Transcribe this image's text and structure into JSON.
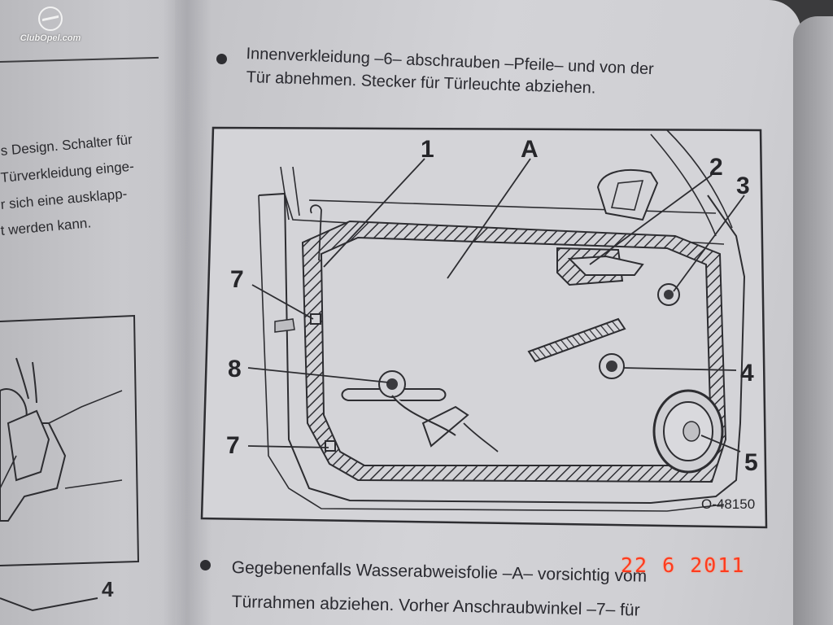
{
  "watermark": {
    "logo_text": "ClubOpel.com"
  },
  "left_page": {
    "lines": [
      "s Design. Schalter für",
      "Türverkleidung einge-",
      "r sich eine ausklapp-",
      "t werden kann."
    ],
    "inset_label": "4"
  },
  "right_page": {
    "instruction_1": {
      "line_1": "Innenverkleidung –6– abschrauben –Pfeile– und von der",
      "line_2": "Tür abnehmen. Stecker für Türleuchte abziehen."
    },
    "figure": {
      "labels": {
        "l1": "1",
        "lA": "A",
        "l2": "2",
        "l3": "3",
        "l7a": "7",
        "l8": "8",
        "l4": "4",
        "l7b": "7",
        "l5": "5"
      },
      "figure_id": "O-48150"
    },
    "instruction_2": {
      "line_1_a": "Gegebenenfalls Wasserabweisfolie –A– vorsichtig vom",
      "line_2": "Türrahmen abziehen. Vorher Anschraubwinkel –7– für"
    }
  },
  "timestamp": "22 6 2011",
  "colors": {
    "ink": "#2a2a30",
    "paper": "#d0d0d4",
    "timestamp": "#ff3b1e"
  }
}
